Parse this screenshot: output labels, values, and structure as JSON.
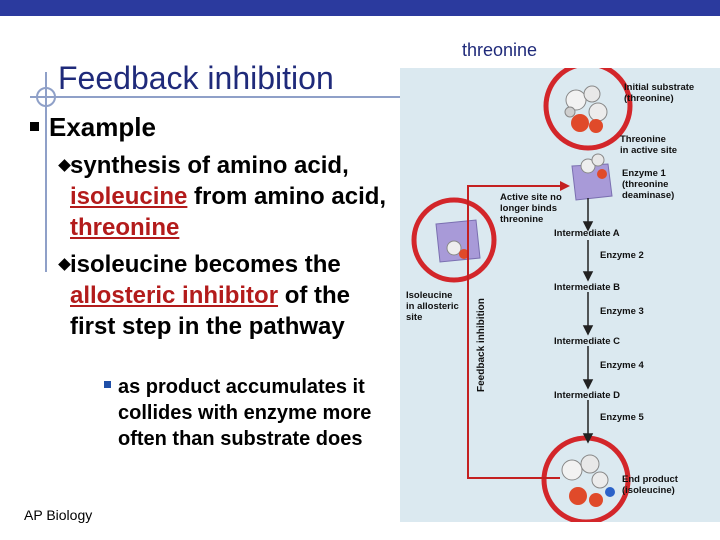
{
  "slide": {
    "title": "Feedback inhibition",
    "bullet_main": "Example",
    "sub1_a": "synthesis of amino acid, ",
    "sub1_link1": "isoleucine",
    "sub1_b": " from amino acid, ",
    "sub1_link2": "threonine",
    "sub2_a": "isoleucine becomes the ",
    "sub2_link": "allosteric inhibitor",
    "sub2_b": " of the first step in the pathway",
    "sub3": "as product accumulates it collides with enzyme more often than substrate does",
    "footer": "AP Biology"
  },
  "labels": {
    "top": "threonine",
    "bottom": "isoleucine"
  },
  "diagram": {
    "initial_substrate": "Initial substrate",
    "initial_substrate_paren": "(threonine)",
    "threonine_active": "Threonine",
    "in_active_site": "in active site",
    "enzyme1": "Enzyme 1",
    "enzyme1_a": "(threonine",
    "enzyme1_b": "deaminase)",
    "no_bind1": "Active site no",
    "no_bind2": "longer binds",
    "no_bind3": "threonine",
    "iso_allo1": "Isoleucine",
    "iso_allo2": "in allosteric",
    "iso_allo3": "site",
    "intA": "Intermediate A",
    "enz2": "Enzyme 2",
    "intB": "Intermediate B",
    "enz3": "Enzyme 3",
    "intC": "Intermediate C",
    "enz4": "Enzyme 4",
    "intD": "Intermediate D",
    "enz5": "Enzyme 5",
    "end1": "End product",
    "end2": "(isoleucine)",
    "fb": "Feedback inhibition"
  },
  "colors": {
    "title": "#1f2a7a",
    "red": "#b31b1b",
    "topbar": "#2b3a9e",
    "panel": "#dbe9f0"
  }
}
